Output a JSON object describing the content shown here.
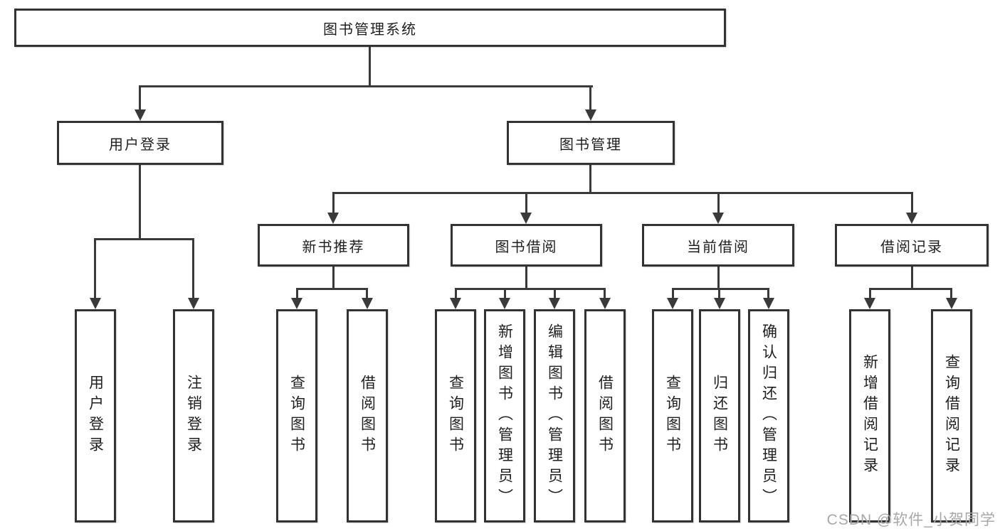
{
  "tree": {
    "root": {
      "label": "图书管理系统"
    },
    "branches": [
      {
        "label": "用户登录",
        "children": [
          {
            "label": "用户登录"
          },
          {
            "label": "注销登录"
          }
        ]
      },
      {
        "label": "图书管理",
        "children": [
          {
            "label": "新书推荐",
            "children": [
              {
                "label": "查询图书"
              },
              {
                "label": "借阅图书"
              }
            ]
          },
          {
            "label": "图书借阅",
            "children": [
              {
                "label": "查询图书"
              },
              {
                "label": "新增图书（管理员）"
              },
              {
                "label": "编辑图书（管理员）"
              },
              {
                "label": "借阅图书"
              }
            ]
          },
          {
            "label": "当前借阅",
            "children": [
              {
                "label": "查询图书"
              },
              {
                "label": "归还图书"
              },
              {
                "label": "确认归还（管理员）"
              }
            ]
          },
          {
            "label": "借阅记录",
            "children": [
              {
                "label": "新增借阅记录"
              },
              {
                "label": "查询借阅记录"
              }
            ]
          }
        ]
      }
    ]
  },
  "watermark": {
    "text": "CSDN @软件_小贺同学"
  },
  "colors": {
    "line": "#3a3a3a",
    "border": "#333333",
    "text": "#1f1f1f",
    "watermark": "#a8a8a8",
    "background": "#ffffff"
  }
}
